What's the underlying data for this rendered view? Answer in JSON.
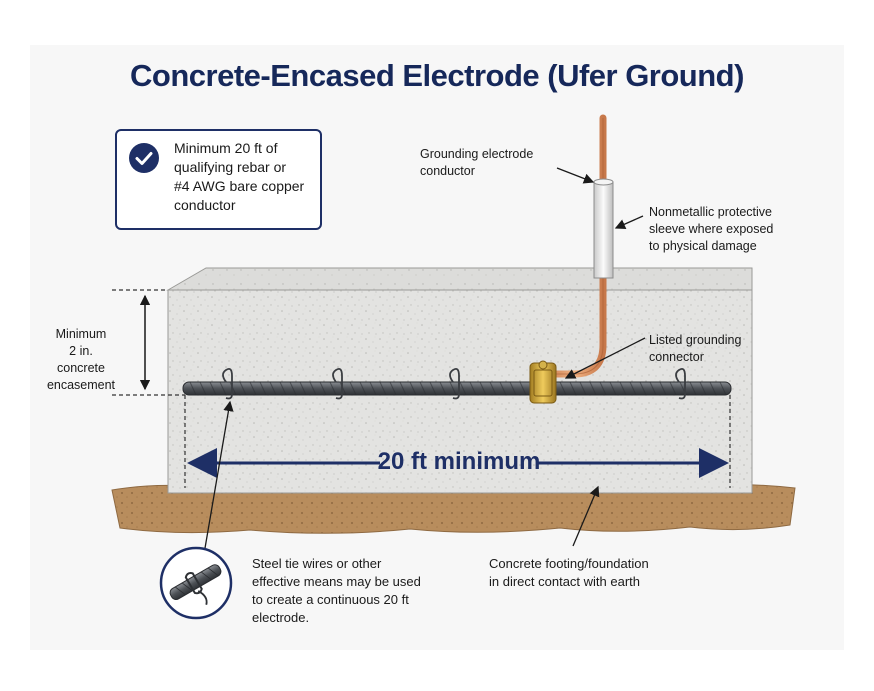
{
  "title": "Concrete-Encased Electrode (Ufer Ground)",
  "note_box": {
    "icon": "check-circle-icon",
    "line1": "Minimum 20 ft of",
    "line2": "qualifying rebar or",
    "line3": "#4 AWG bare copper",
    "line4": "conductor"
  },
  "labels": {
    "gec_1": "Grounding electrode",
    "gec_2": "conductor",
    "sleeve_1": "Nonmetallic protective",
    "sleeve_2": "sleeve where exposed",
    "sleeve_3": "to physical damage",
    "min_enc_1": "Minimum",
    "min_enc_2": "2 in.",
    "min_enc_3": "concrete",
    "min_enc_4": "encasement",
    "connector_1": "Listed grounding",
    "connector_2": "connector",
    "dimension": "20 ft minimum",
    "tie_1": "Steel tie wires or other",
    "tie_2": "effective means may be used",
    "tie_3": "to create a continuous 20 ft",
    "tie_4": "electrode.",
    "footing_1": "Concrete footing/foundation",
    "footing_2": "in direct contact with earth"
  },
  "colors": {
    "navy": "#1e2f66",
    "concrete": "#e2e2e0",
    "earth": "#b48a5c",
    "copper": "#d9905e",
    "brass": "#c9a43a",
    "rebar": "#55595f"
  }
}
